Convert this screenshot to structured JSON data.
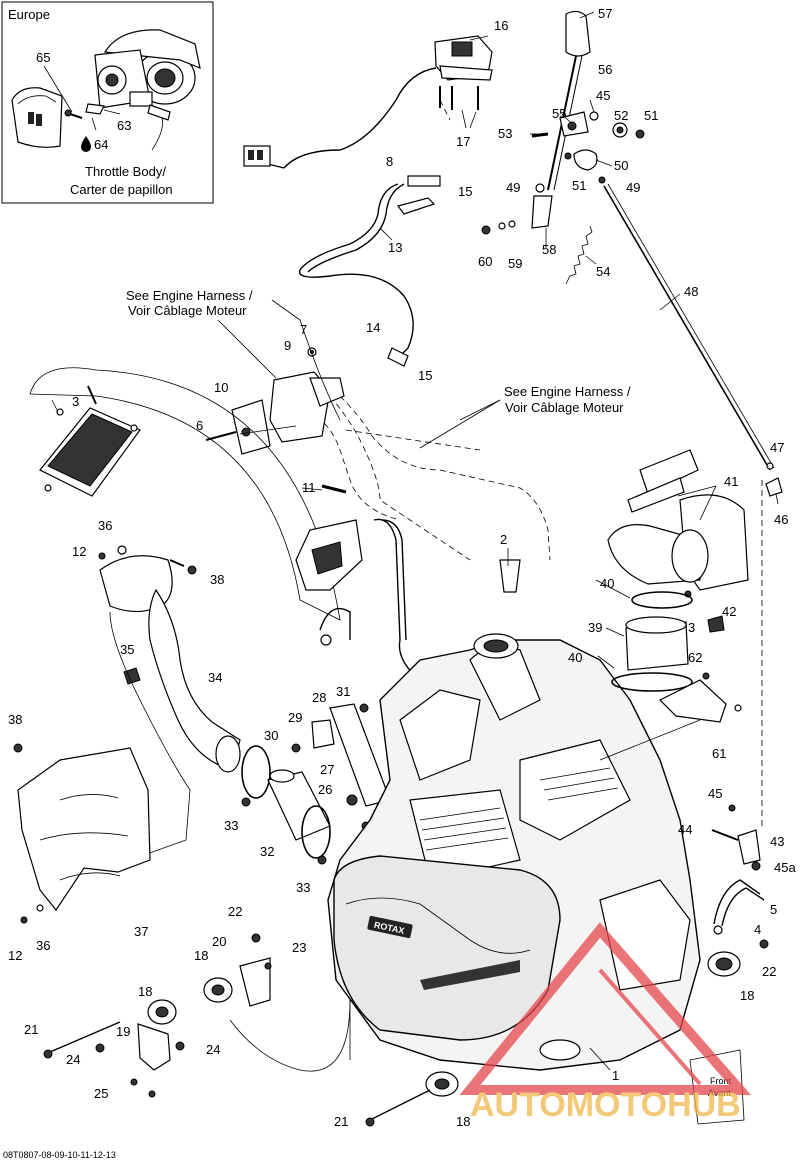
{
  "diagram": {
    "inset": {
      "region_label": "Europe",
      "caption_line1": "Throttle Body/",
      "caption_line2": "Carter de papillon",
      "labels": [
        "65",
        "63",
        "64"
      ]
    },
    "harness_note_1": {
      "line1": "See Engine Harness /",
      "line2": "Voir Câblage Moteur"
    },
    "harness_note_2": {
      "line1": "See Engine Harness /",
      "line2": "Voir Câblage Moteur"
    },
    "front_arrow": {
      "line1": "Front",
      "line2": "Avant"
    },
    "engine_badge": "ROTAX",
    "watermark": "AUTOMOTOHUB",
    "footer_code": "08T0807-08-09-10-11-12-13",
    "part_labels": [
      "57",
      "16",
      "56",
      "55",
      "45",
      "52",
      "51",
      "53",
      "17",
      "50",
      "51",
      "8",
      "15",
      "49",
      "49",
      "13",
      "58",
      "60",
      "59",
      "54",
      "48",
      "7",
      "14",
      "9",
      "15",
      "10",
      "6",
      "3",
      "11",
      "36",
      "12",
      "38",
      "2",
      "47",
      "46",
      "41",
      "40",
      "42",
      "3",
      "39",
      "40",
      "35",
      "34",
      "62",
      "31",
      "28",
      "29",
      "30",
      "61",
      "38",
      "27",
      "26",
      "45",
      "44",
      "43",
      "45a",
      "33",
      "32",
      "5",
      "33",
      "37",
      "12",
      "36",
      "22",
      "20",
      "23",
      "4",
      "18",
      "22",
      "18",
      "21",
      "19",
      "24",
      "24",
      "18",
      "25",
      "1",
      "21",
      "18"
    ]
  }
}
